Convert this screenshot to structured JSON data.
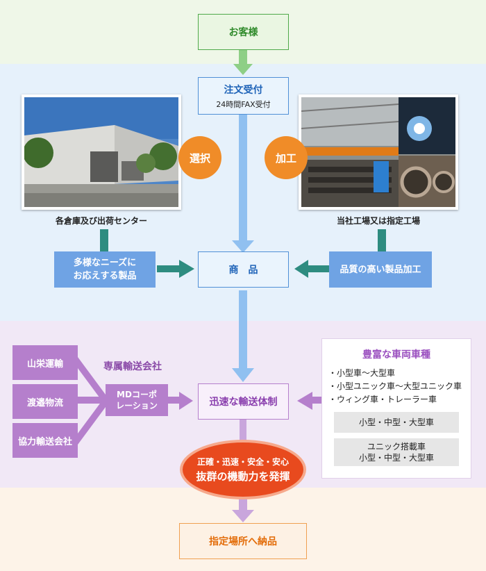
{
  "colors": {
    "green_band": "#eff7e8",
    "blue_band": "#e6f1fb",
    "purple_band": "#f1e8f6",
    "orange_band": "#fdf3e8",
    "green": "#3e9a3a",
    "blue": "#2a6fc6",
    "purple": "#b57fcc",
    "orange": "#f08c28",
    "red": "#e84a1e",
    "teal": "#2e8c80"
  },
  "customer": "お客様",
  "order": {
    "title": "注文受付",
    "sub": "24時間FAX受付"
  },
  "left": {
    "badge": "選択",
    "caption": "各倉庫及び出荷センター",
    "box_line1": "多様なニーズに",
    "box_line2": "お応えする製品"
  },
  "right": {
    "badge": "加工",
    "caption": "当社工場又は指定工場",
    "box": "品質の高い製品加工"
  },
  "product": "商　品",
  "transport": {
    "companies": [
      "山栄運輸",
      "渡邉物流",
      "協力輸送会社"
    ],
    "label": "専属輸送会社",
    "md_line1": "MDコーポ",
    "md_line2": "レーション",
    "system": "迅速な輸送体制"
  },
  "vehicles": {
    "title": "豊富な車両車種",
    "items": [
      "・小型車～大型車",
      "・小型ユニック車～大型ユニック車",
      "・ウィング車・トレーラー車"
    ],
    "box1": "小型・中型・大型車",
    "box2_line1": "ユニック搭載車",
    "box2_line2": "小型・中型・大型車"
  },
  "slogan": {
    "line1": "正確・迅速・安全・安心",
    "line2": "抜群の機動力を発揮"
  },
  "delivery": "指定場所へ納品"
}
